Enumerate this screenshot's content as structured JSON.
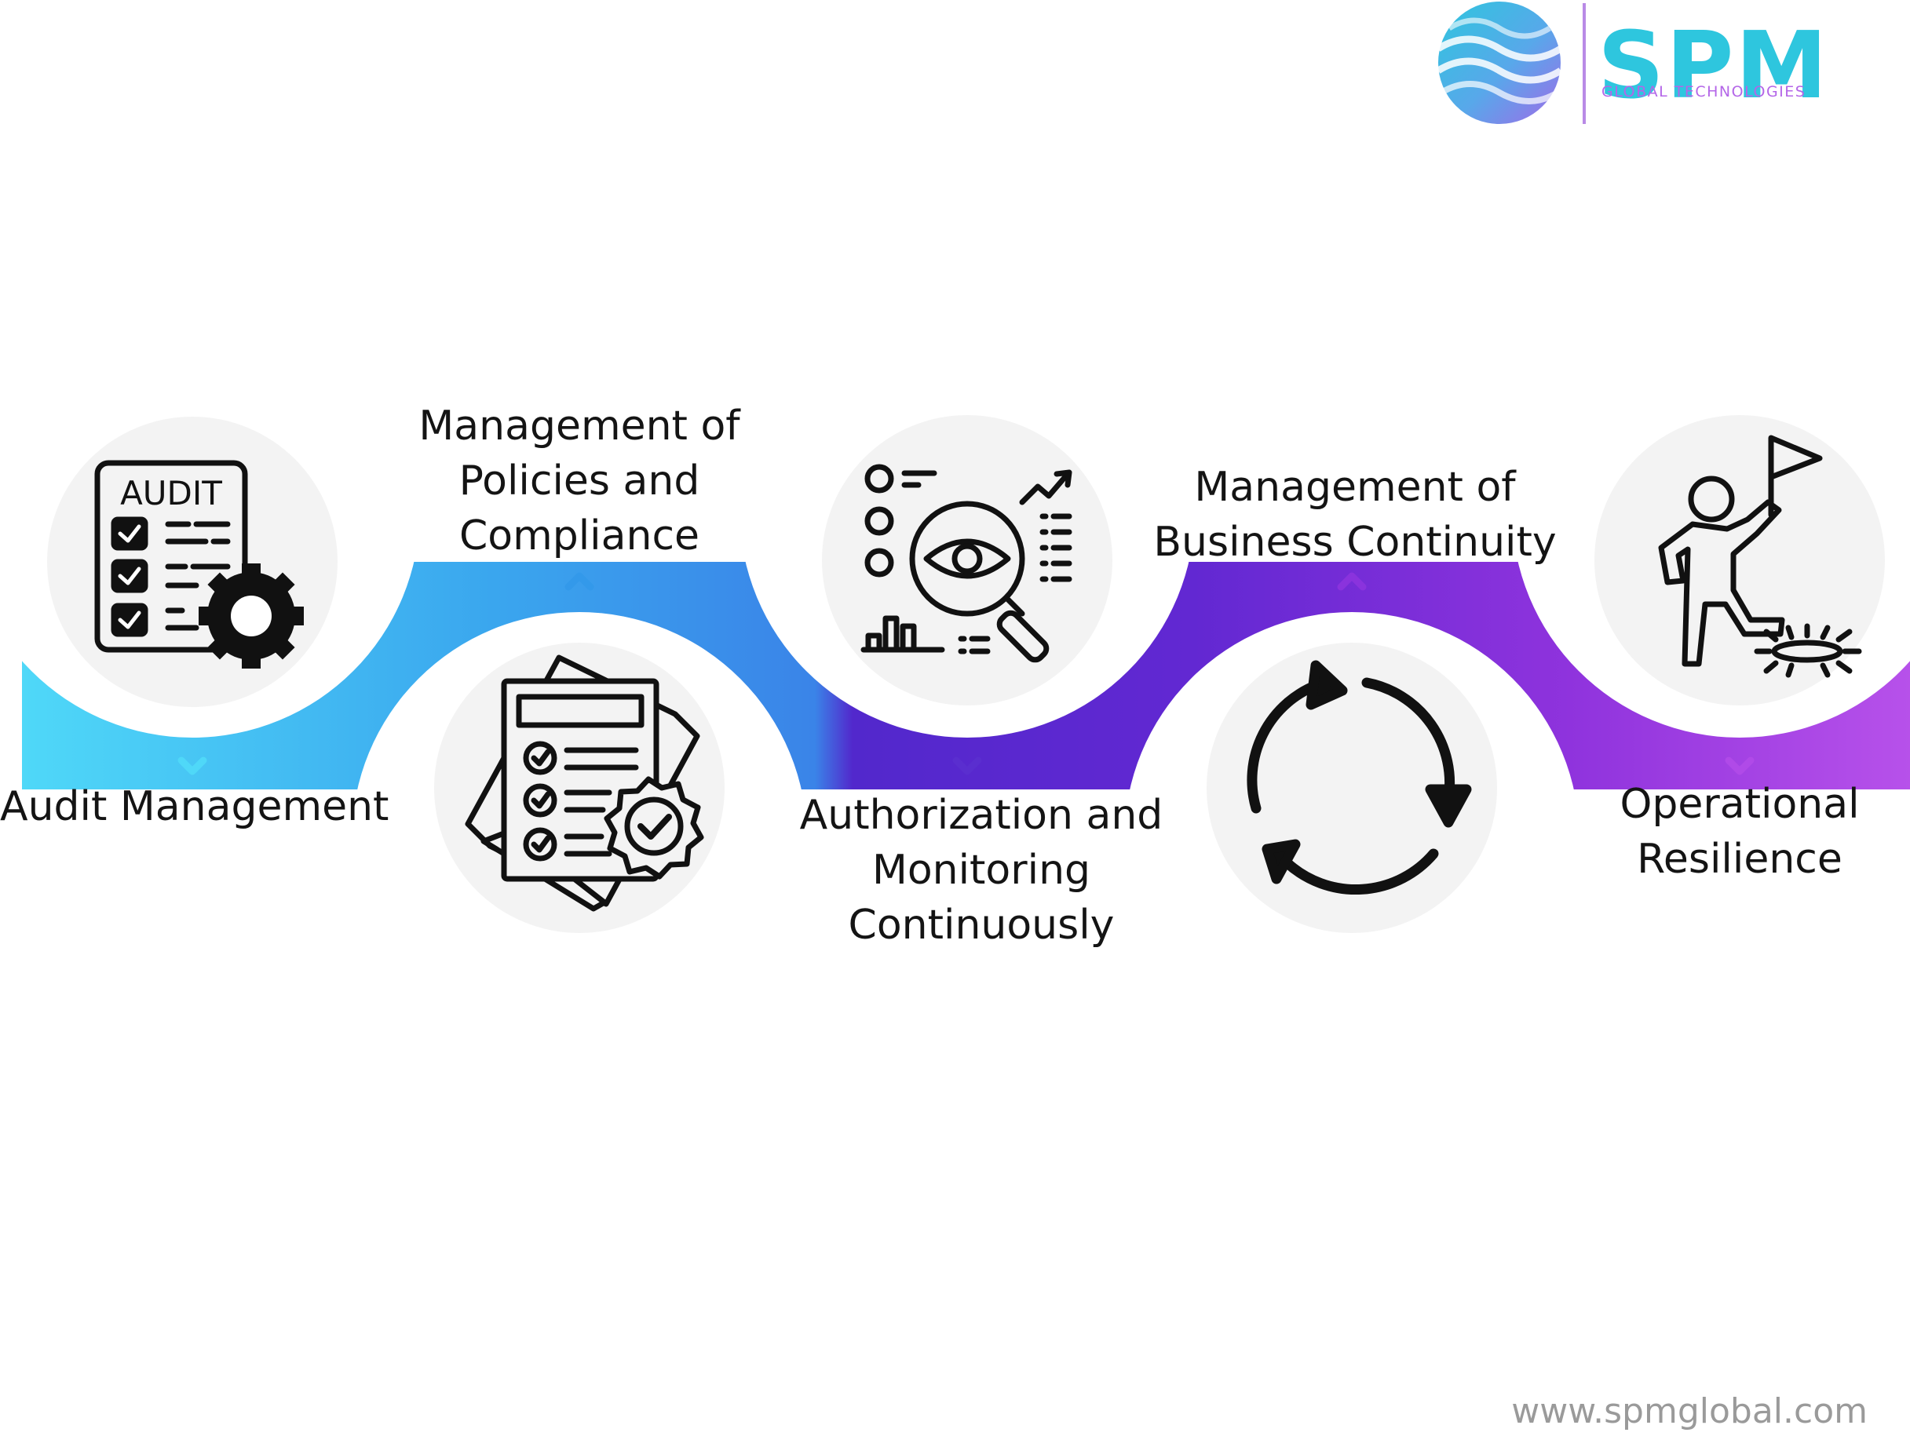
{
  "brand": {
    "name": "SPM",
    "tagline": "GLOBAL TECHNOLOGIES",
    "website": "www.spmglobal.com",
    "logo_icon": "globe-wave-logo-icon",
    "colors": {
      "primary": "#2ec6de",
      "tagline": "#b466e8",
      "divider": "#b98ae6"
    }
  },
  "steps": [
    {
      "label_lines": [
        "Audit Management"
      ],
      "icon": "audit-checklist-gear-icon",
      "label_position": "below",
      "color": "#4fd8f8"
    },
    {
      "label_lines": [
        "Management of",
        "Policies and",
        "Compliance"
      ],
      "icon": "compliance-documents-badge-icon",
      "label_position": "above",
      "color": "#3399ea"
    },
    {
      "label_lines": [
        "Authorization and",
        "Monitoring",
        "Continuously"
      ],
      "icon": "monitoring-magnifier-eye-icon",
      "label_position": "below",
      "color": "#5a2ecf"
    },
    {
      "label_lines": [
        "Management of",
        "Business Continuity"
      ],
      "icon": "cycle-arrows-icon",
      "label_position": "above",
      "color": "#8a33dd"
    },
    {
      "label_lines": [
        "Operational",
        "Resilience"
      ],
      "icon": "climber-flag-icon",
      "label_position": "below",
      "color": "#b04ae8"
    }
  ],
  "colors": {
    "circle_fill": "#f3f3f3",
    "icon_stroke": "#111111",
    "text": "#141414"
  }
}
